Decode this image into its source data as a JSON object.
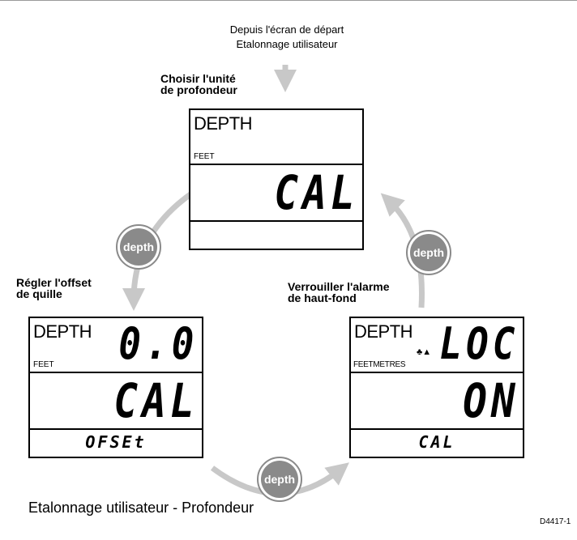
{
  "intro": [
    "Depuis l'écran de départ",
    "Etalonnage utilisateur"
  ],
  "steps": {
    "top": {
      "heading": [
        "Choisir l'unité",
        "de profondeur"
      ]
    },
    "left": {
      "heading": [
        "Régler l'offset",
        "de quille"
      ]
    },
    "right": {
      "heading": [
        "Verrouiller l'alarme",
        "de haut-fond"
      ]
    }
  },
  "displays": {
    "top": {
      "label": "DEPTH",
      "unit": "FEET",
      "main": "CAL",
      "footer": ""
    },
    "left": {
      "label": "DEPTH",
      "unit": "FEET",
      "value": "0.0",
      "main": "CAL",
      "footer": "OFSEt"
    },
    "right": {
      "label": "DEPTH",
      "unit": "FEETMETRES",
      "alarm_icons": "♣▲",
      "value": "LOC",
      "main": "ON",
      "footer": "CAL"
    }
  },
  "buttons": {
    "label": "depth",
    "color": "#8a8a8a"
  },
  "arrow_color": "#c8c8c8",
  "caption": "Etalonnage utilisateur - Profondeur",
  "reference": "D4417-1"
}
